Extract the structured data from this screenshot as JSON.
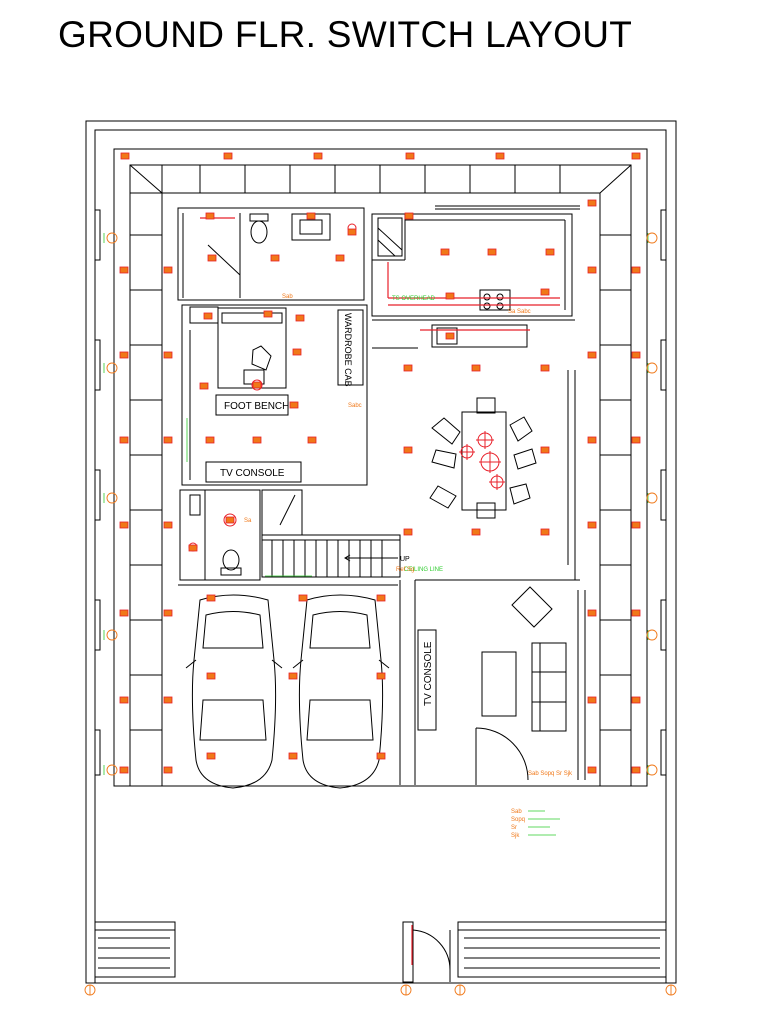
{
  "title": "GROUND FLR. SWITCH LAYOUT",
  "labels": {
    "foot_bench": "FOOT BENCH",
    "tv_console_bed": "TV CONSOLE",
    "tv_console_living": "TV CONSOLE",
    "wardrobe": "WARDROBE CAB",
    "up": "UP",
    "ceiling_line": "CEILING LINE",
    "ts_overhead": "TS OVERHEAD"
  },
  "switch_codes": {
    "sab": "Sab",
    "sabc": "Sabc",
    "sa_sabc": "Sa Sabc",
    "door_group": "Sab Sopq Sr Sjk",
    "sa": "Sa",
    "ref_sg": "Ref Sg"
  },
  "legend": [
    {
      "code": "Sab"
    },
    {
      "code": "Sopq"
    },
    {
      "code": "Sr"
    },
    {
      "code": "Sjk"
    }
  ],
  "colors": {
    "line": "#000000",
    "fixture_red": "#e8202a",
    "fixture_orange": "#f07818",
    "annotation_green": "#2ecc2e"
  }
}
